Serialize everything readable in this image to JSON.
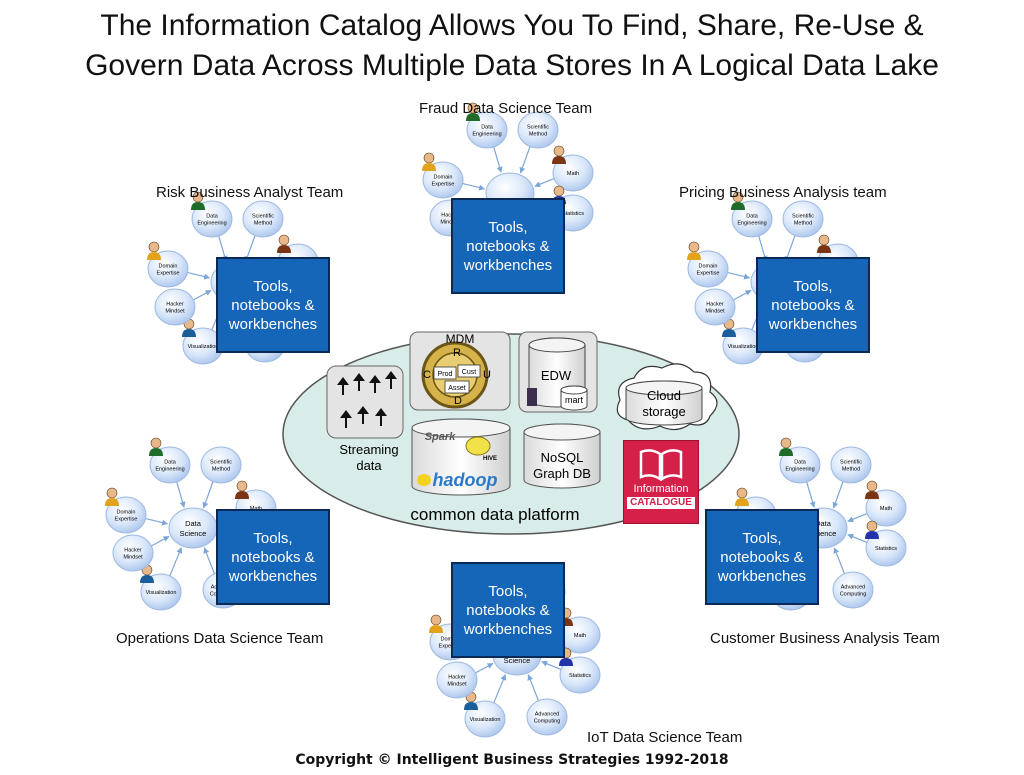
{
  "title_line1": "The Information Catalog Allows You To Find, Share, Re-Use &",
  "title_line2": "Govern Data Across Multiple Data Stores In A Logical Data Lake",
  "tools_label_lines": [
    "Tools,",
    "notebooks &",
    "workbenches"
  ],
  "skills": {
    "data_engineering": [
      "Data",
      "Engineering"
    ],
    "scientific_method": [
      "Scientific",
      "Method"
    ],
    "math": [
      "Math"
    ],
    "statistics": [
      "Statistics"
    ],
    "advanced_computing": [
      "Advanced",
      "Computing"
    ],
    "visualization": [
      "Visualization"
    ],
    "hacker_mindset": [
      "Hacker",
      "Mindset"
    ],
    "domain_expertise": [
      "Domain",
      "Expertise"
    ],
    "data_science": [
      "Data",
      "Science"
    ]
  },
  "teams": [
    {
      "name": "Fraud Data Science Team"
    },
    {
      "name": "Risk Business Analyst Team"
    },
    {
      "name": "Pricing Business Analysis team"
    },
    {
      "name": "Operations Data Science Team"
    },
    {
      "name": "Customer Business Analysis Team"
    },
    {
      "name": "IoT Data Science Team"
    }
  ],
  "platform": {
    "label": "common data platform",
    "mdm": {
      "title": "MDM",
      "r": "R",
      "c": "C",
      "u": "U",
      "d": "D",
      "prod": "Prod",
      "cust": "Cust",
      "asset": "Asset"
    },
    "edw": {
      "title": "EDW",
      "mart": "mart"
    },
    "cloud": [
      "Cloud",
      "storage"
    ],
    "streaming": [
      "Streaming",
      "data"
    ],
    "hadoop": {
      "spark": "Spark",
      "hive": "HIVE",
      "hadoop": "hadoop"
    },
    "nosql": [
      "NoSQL",
      "Graph DB"
    ],
    "catalogue": {
      "line1": "Information",
      "line2": "CATALOGUE"
    }
  },
  "copyright": "Copyright © Intelligent Business Strategies 1992-2018",
  "colors": {
    "tools_box": "#1565b8",
    "platform_fill": "#d8ecea",
    "bubble": "#cfe0f7",
    "catalogue": "#d5204a"
  }
}
